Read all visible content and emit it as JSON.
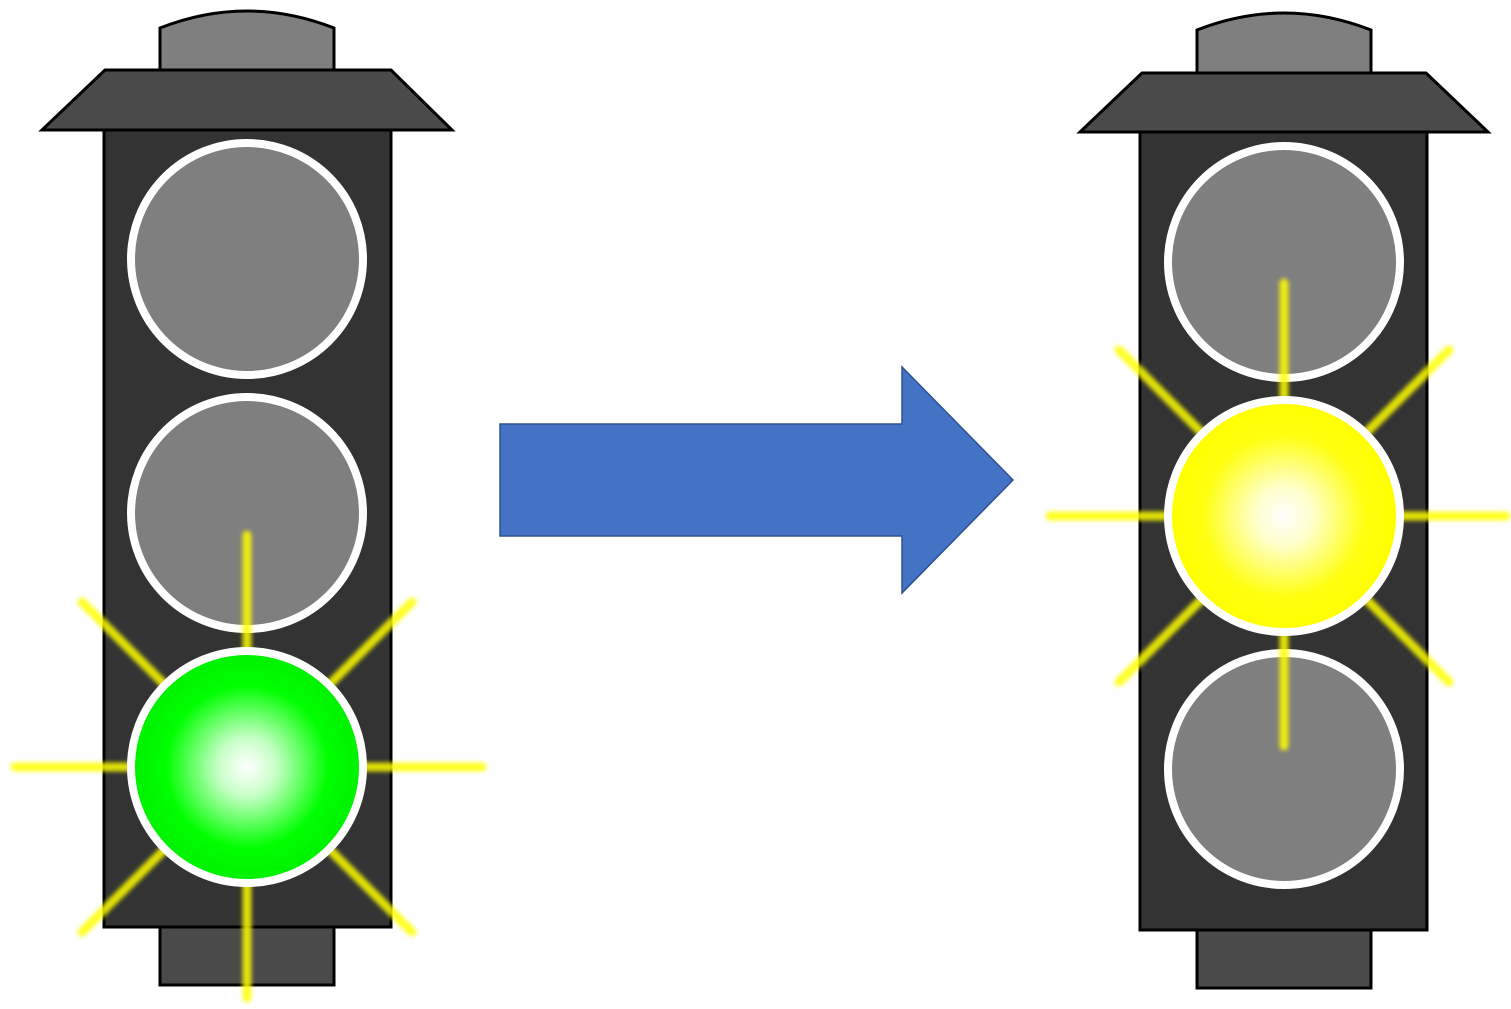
{
  "diagram": {
    "from_light": {
      "lamps": [
        "off",
        "off",
        "on"
      ],
      "active_lamp": "bottom",
      "active_color": "#00ff00"
    },
    "to_light": {
      "lamps": [
        "off",
        "on",
        "off"
      ],
      "active_lamp": "middle",
      "active_color": "#ffff00"
    },
    "arrow": {
      "direction": "right",
      "color": "#4472c4"
    },
    "colors": {
      "housing": "#333333",
      "cap": "#4a4a4a",
      "knob": "#7f7f7f",
      "lamp_off": "#7f7f7f",
      "lamp_ring": "#ffffff",
      "rays": "#ffff00",
      "outline": "#000000"
    }
  }
}
